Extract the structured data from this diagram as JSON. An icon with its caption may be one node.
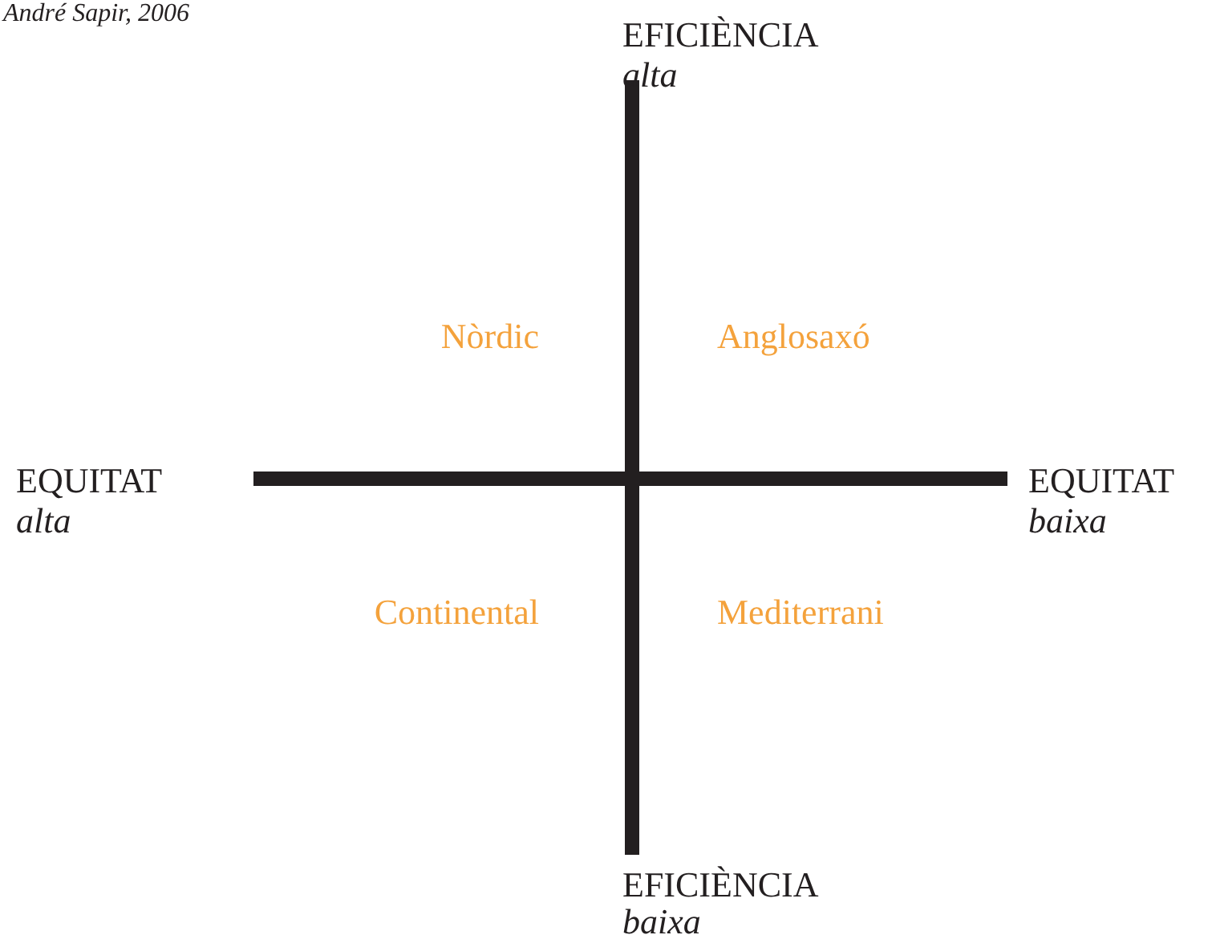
{
  "diagram": {
    "labels": [
      "André Sapir, 2006",
      "EFICIÈNCIA",
      "alta",
      "Nòrdic",
      "Anglosaxó",
      "EQUITAT",
      "alta",
      "EQUITAT",
      "baixa",
      "Continental",
      "Mediterrani",
      "EFICIÈNCIA",
      "baixa"
    ]
  }
}
